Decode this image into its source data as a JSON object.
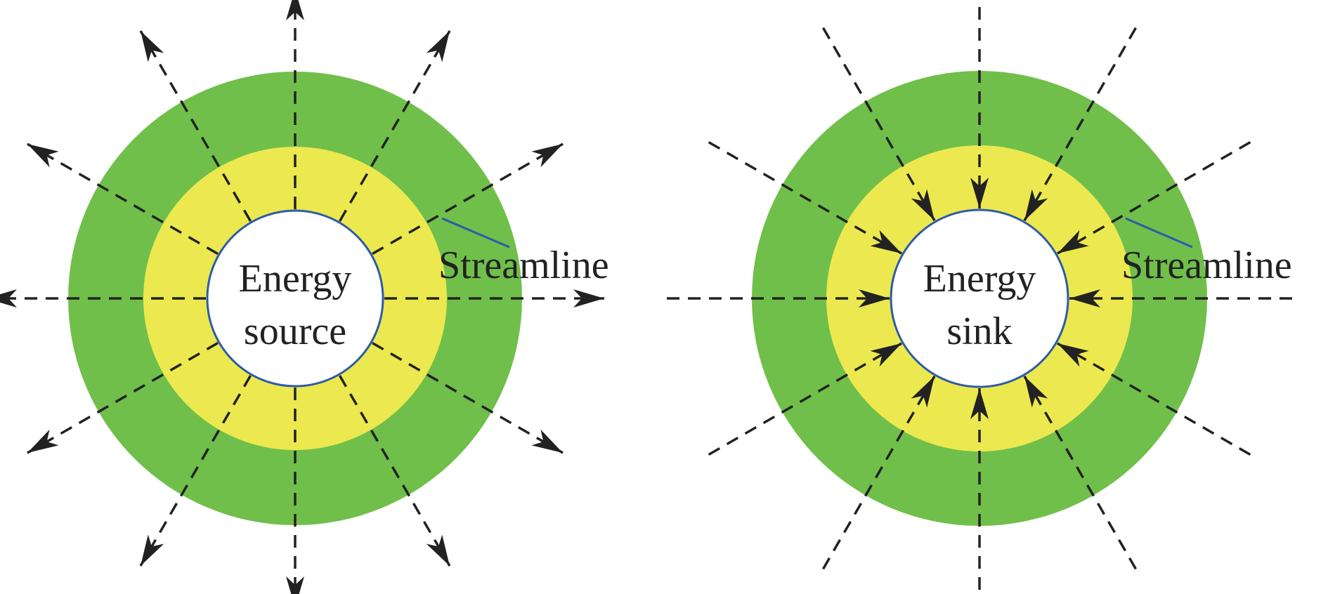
{
  "colors": {
    "outer_ring": "#70bf4a",
    "inner_ring": "#ebe94f",
    "core": "#ffffff",
    "outline": "#2e5ba8",
    "ray": "#222222"
  },
  "panels": [
    {
      "id": "source",
      "label_line1": "Energy",
      "label_line2": "source",
      "streamline_label": "Streamline",
      "direction": "outward",
      "ray_count": 12
    },
    {
      "id": "sink",
      "label_line1": "Energy",
      "label_line2": "sink",
      "streamline_label": "Streamline",
      "direction": "inward",
      "ray_count": 12
    }
  ]
}
